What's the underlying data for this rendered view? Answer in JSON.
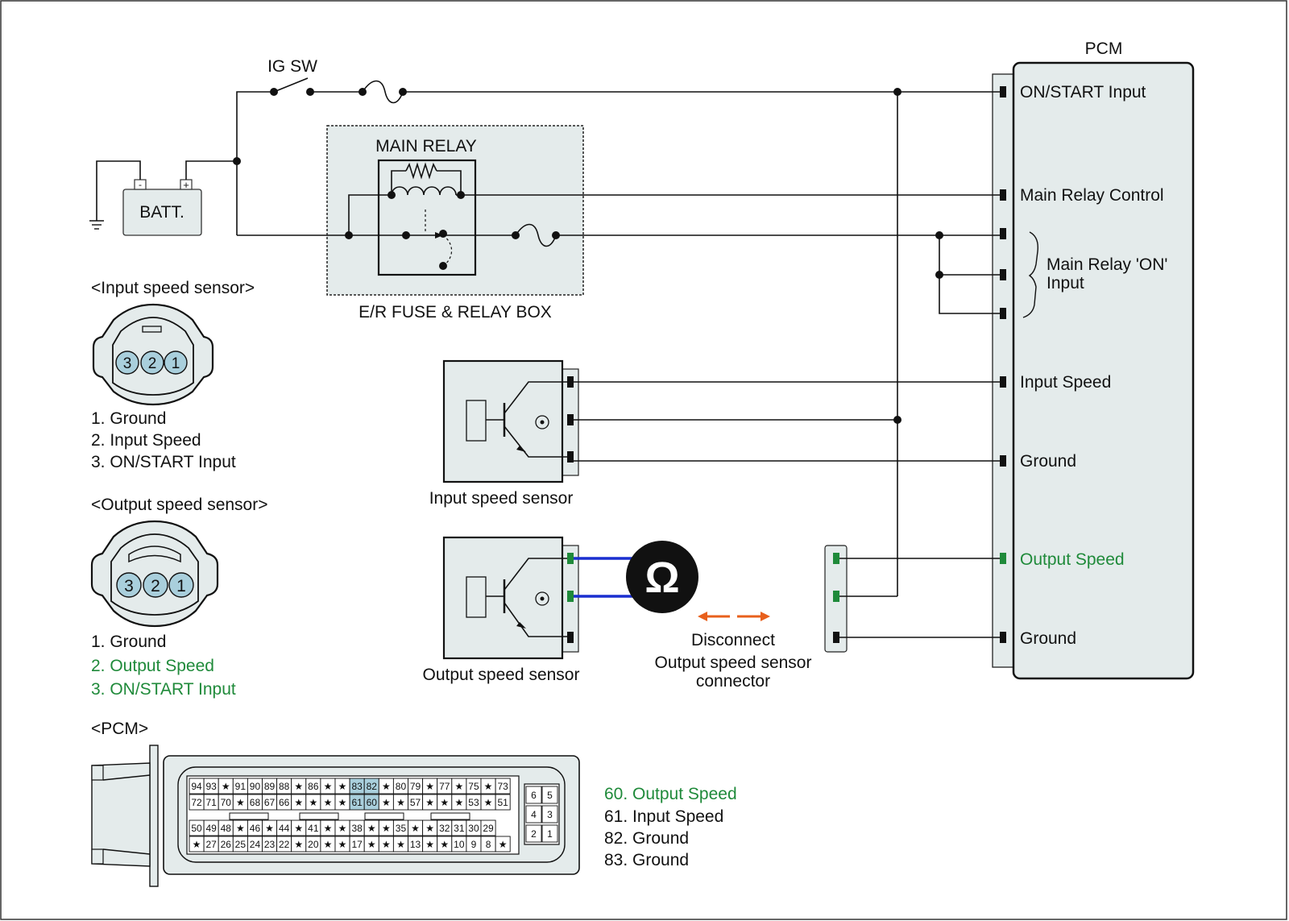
{
  "colors": {
    "green": "#1f8a3a",
    "orange": "#e8601c",
    "blue": "#1a2fd0",
    "panel": "#e4ebeb",
    "pin_blue": "#a9cfdc"
  },
  "icons": {
    "meter": "ohm-icon",
    "arrows": "double-arrow-icon"
  },
  "labels": {
    "ig_sw": "IG SW",
    "batt": "BATT.",
    "batt_minus": "-",
    "batt_plus": "+",
    "main_relay": "MAIN RELAY",
    "fuse_box": "E/R FUSE & RELAY BOX",
    "input_sensor": "Input speed sensor",
    "output_sensor": "Output speed sensor",
    "disconnect_1": "Disconnect",
    "disconnect_2": "Output speed sensor",
    "disconnect_3": "connector",
    "ohm": "Ω"
  },
  "pcm": {
    "title": "PCM",
    "pins": {
      "on_start": "ON/START Input",
      "main_relay_control": "Main Relay Control",
      "relay_on_1": "Main Relay 'ON'",
      "relay_on_2": "Input",
      "input_speed": "Input Speed",
      "ground1": "Ground",
      "output_speed": "Output Speed",
      "ground2": "Ground"
    }
  },
  "input_connector": {
    "title": "<Input speed sensor>",
    "pin_numbers": [
      "3",
      "2",
      "1"
    ],
    "legend": [
      "1. Ground",
      "2. Input Speed",
      "3. ON/START Input"
    ]
  },
  "output_connector": {
    "title": "<Output speed sensor>",
    "pin_numbers": [
      "3",
      "2",
      "1"
    ],
    "legend": [
      "1. Ground",
      "2. Output Speed",
      "3. ON/START Input"
    ]
  },
  "pcm_connector": {
    "title": "<PCM>",
    "rows": [
      [
        "94",
        "93",
        "★",
        "91",
        "90",
        "89",
        "88",
        "★",
        "86",
        "★",
        "★",
        "83",
        "82",
        "★",
        "80",
        "79",
        "★",
        "77",
        "★",
        "75",
        "★",
        "73"
      ],
      [
        "72",
        "71",
        "70",
        "★",
        "68",
        "67",
        "66",
        "★",
        "★",
        "★",
        "★",
        "61",
        "60",
        "★",
        "★",
        "57",
        "★",
        "★",
        "★",
        "53",
        "★",
        "51"
      ],
      [
        "50",
        "49",
        "48",
        "★",
        "46",
        "★",
        "44",
        "★",
        "41",
        "★",
        "★",
        "38",
        "★",
        "★",
        "35",
        "★",
        "★",
        "32",
        "31",
        "30",
        "29"
      ],
      [
        "★",
        "27",
        "26",
        "25",
        "24",
        "23",
        "22",
        "★",
        "20",
        "★",
        "★",
        "17",
        "★",
        "★",
        "★",
        "13",
        "★",
        "★",
        "10",
        "9",
        "8",
        "★"
      ]
    ],
    "small_pins": [
      [
        "6",
        "5"
      ],
      [
        "4",
        "3"
      ],
      [
        "2",
        "1"
      ]
    ],
    "legend": [
      "60. Output Speed",
      "61. Input Speed",
      "82. Ground",
      "83. Ground"
    ]
  }
}
